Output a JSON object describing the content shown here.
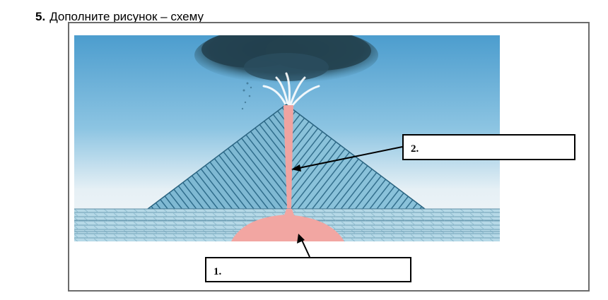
{
  "task": {
    "number": "5.",
    "text": "Дополните  рисунок – схему"
  },
  "labels": {
    "box_1": "1.",
    "box_2": "2."
  },
  "colors": {
    "sky_top": "#4fa0cf",
    "sky_bottom": "#eef4f7",
    "cloud": "#24414f",
    "cone_dark": "#2f6f8f",
    "cone_light": "#8ec6dd",
    "magma": "#f2a7a3",
    "ground": "#a9d3e3"
  }
}
